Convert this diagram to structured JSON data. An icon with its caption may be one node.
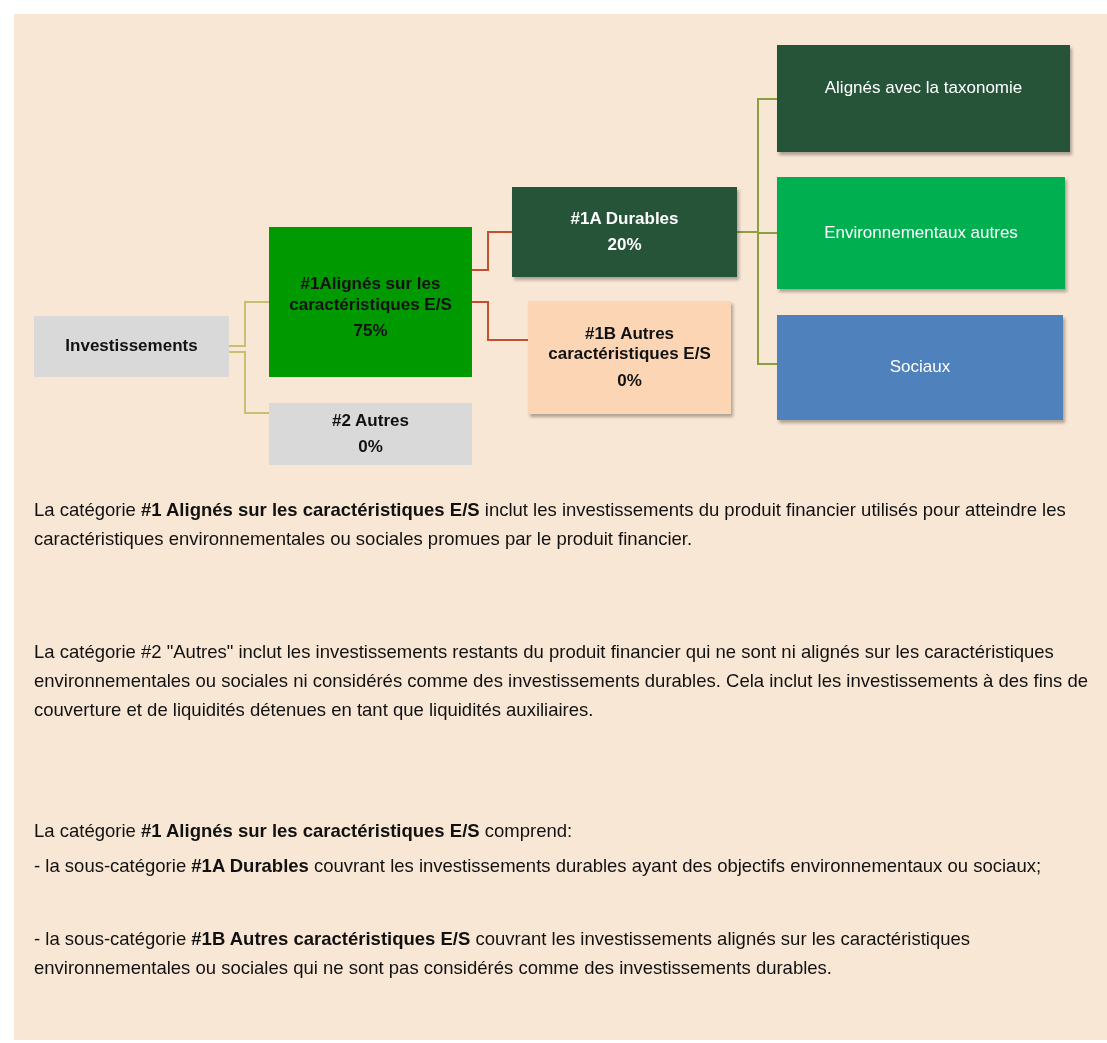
{
  "diagram": {
    "nodes": [
      {
        "text": [
          "Investissements"
        ]
      },
      {
        "text": [
          "#1Alignés sur les caractéristiques E/S",
          "75%"
        ]
      },
      {
        "text": [
          "#2 Autres",
          "0%"
        ]
      },
      {
        "text": [
          "#1A Durables",
          "20%"
        ]
      },
      {
        "text": [
          "#1B Autres caractéristiques E/S",
          "0%"
        ]
      },
      {
        "text": [
          "Alignés avec la taxonomie"
        ]
      },
      {
        "text": [
          "Environnementaux autres"
        ]
      },
      {
        "text": [
          "Sociaux"
        ]
      }
    ],
    "edges": [
      {
        "from": 0,
        "to": 1,
        "arrow": "none",
        "color": "#c9bf74"
      },
      {
        "from": 0,
        "to": 2,
        "arrow": "none",
        "color": "#c9bf74"
      },
      {
        "from": 1,
        "to": 3,
        "arrow": "none",
        "color": "#c0502f"
      },
      {
        "from": 1,
        "to": 4,
        "arrow": "none",
        "color": "#c0502f"
      },
      {
        "from": 3,
        "to": 5,
        "arrow": "none"
      },
      {
        "from": 3,
        "to": 6,
        "arrow": "none"
      },
      {
        "from": 3,
        "to": 7,
        "arrow": "none"
      }
    ],
    "labels": [
      "La catégorie **#1 Alignés sur les caractéristiques E/S** inclut les investissements du produit financier utilisés pour atteindre les caractéristiques environnementales ou sociales promues par le produit financier.",
      "La catégorie #2 \"Autres\" inclut les investissements restants du produit financier qui ne sont ni alignés sur les caractéristiques environnementales ou sociales ni considérés comme des investissements durables. Cela inclut les investissements à des fins de couverture et de liquidités détenues en tant que liquidités auxiliaires.",
      "La catégorie **#1 Alignés sur les caractéristiques E/S** comprend:",
      "- la sous-catégorie **#1A Durables** couvrant les investissements durables ayant des objectifs environnementaux ou sociaux;",
      "- la sous-catégorie **#1B Autres caractéristiques E/S** couvrant les investissements alignés sur les caractéristiques environnementales ou sociales qui ne sont pas considérés comme des investissements durables."
    ]
  }
}
